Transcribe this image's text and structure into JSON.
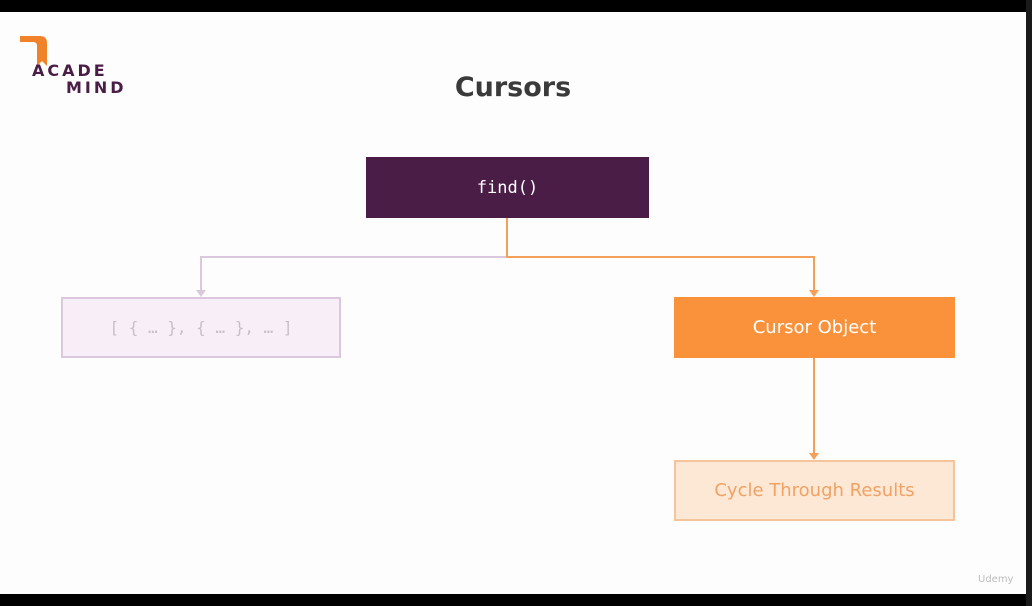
{
  "logo": {
    "line1": "ACADE",
    "line2": "MIND"
  },
  "title": "Cursors",
  "nodes": {
    "find": "find()",
    "array": "[ { … }, { … }, … ]",
    "cursor": "Cursor Object",
    "cycle": "Cycle Through Results"
  },
  "colors": {
    "brand_purple": "#4a1d47",
    "accent_orange": "#fa923c",
    "faded_purple_border": "#dcc8dc",
    "faded_orange_fill": "#fde8d6"
  },
  "watermark": "Udemy"
}
